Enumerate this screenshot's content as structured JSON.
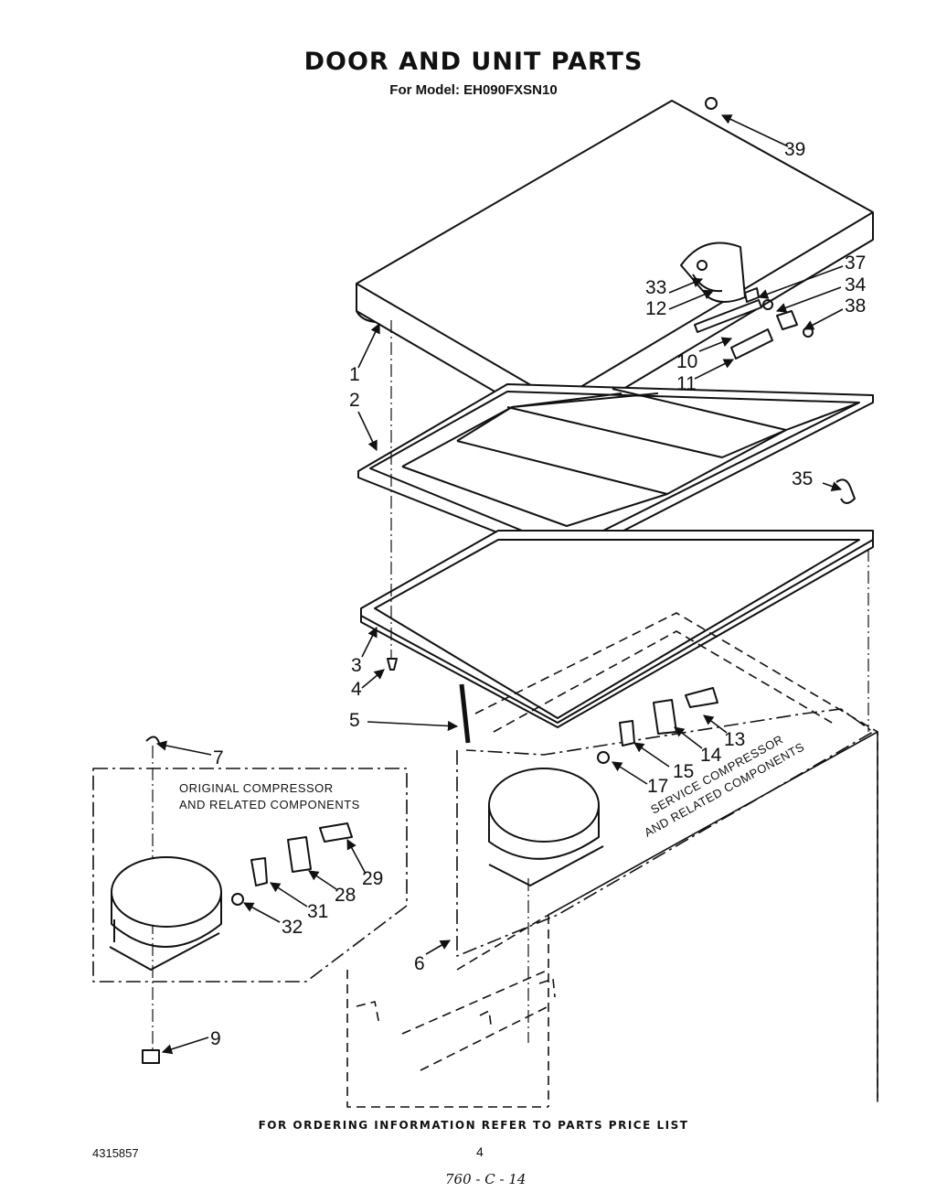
{
  "header": {
    "title": "DOOR AND UNIT PARTS",
    "subtitle": "For Model: EH090FXSN10"
  },
  "callouts": {
    "c1": "1",
    "c2": "2",
    "c3": "3",
    "c4": "4",
    "c5": "5",
    "c6": "6",
    "c7": "7",
    "c9": "9",
    "c10": "10",
    "c11": "11",
    "c12": "12",
    "c13": "13",
    "c14": "14",
    "c15": "15",
    "c17": "17",
    "c28": "28",
    "c29": "29",
    "c31": "31",
    "c32": "32",
    "c33": "33",
    "c34": "34",
    "c35": "35",
    "c37": "37",
    "c38": "38",
    "c39": "39"
  },
  "boxes": {
    "original_line1": "ORIGINAL COMPRESSOR",
    "original_line2": "AND RELATED COMPONENTS",
    "service_line1": "SERVICE COMPRESSOR",
    "service_line2": "AND RELATED COMPONENTS"
  },
  "footer": {
    "ordering_note": "FOR ORDERING INFORMATION REFER TO PARTS PRICE LIST",
    "doc_number": "4315857",
    "page_number": "4",
    "handwritten_note": "760 - C - 14"
  }
}
